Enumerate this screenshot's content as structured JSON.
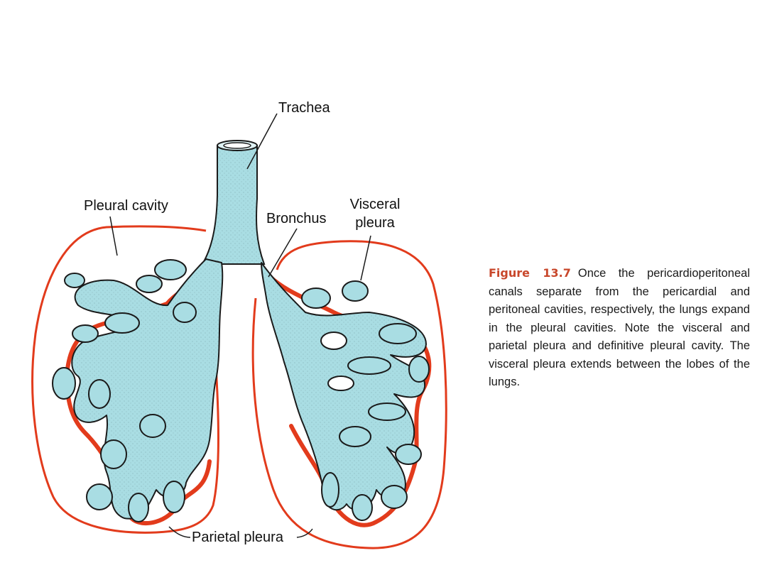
{
  "labels": {
    "trachea": "Trachea",
    "pleural_cavity": "Pleural cavity",
    "bronchus": "Bronchus",
    "visceral_line1": "Visceral",
    "visceral_line2": "pleura",
    "parietal_pleura": "Parietal pleura"
  },
  "caption": {
    "figure_number": "Figure 13.7",
    "text": "Once the pericardioperitoneal canals separate from the pericardial and peritoneal cavities, respectively, the lungs expand in the pleural cavities. Note the visceral and parietal pleura and definitive pleural cavity. The visceral pleura extends between the lobes of the lungs."
  },
  "colors": {
    "lung_fill": "#a9dde3",
    "outline": "#1a1a1a",
    "pleura_red": "#e23b1c",
    "figure_label": "#c8472b"
  }
}
